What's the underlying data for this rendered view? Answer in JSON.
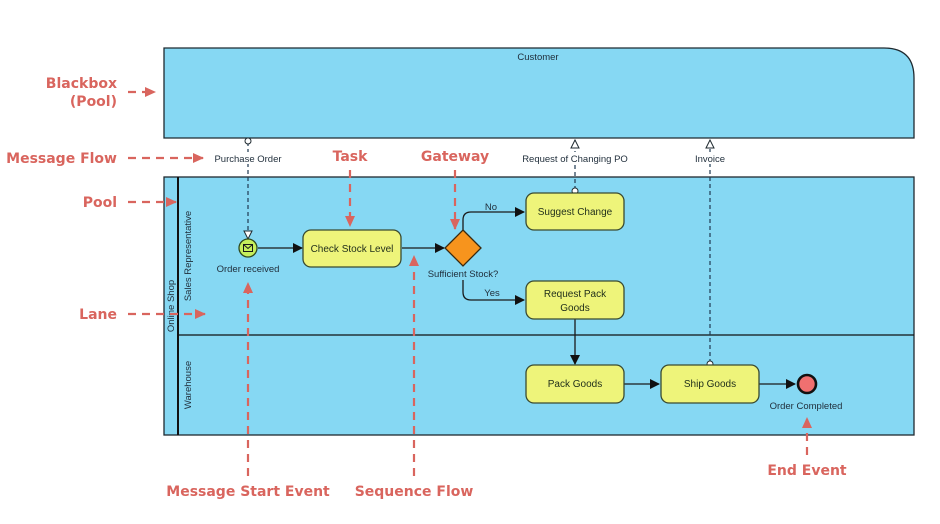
{
  "diagram": {
    "pools": {
      "customer": {
        "label": "Customer",
        "type": "blackbox"
      },
      "online_shop": {
        "label": "Online Shop",
        "lanes": [
          {
            "label": "Sales Representative"
          },
          {
            "label": "Warehouse"
          }
        ]
      }
    },
    "elements": {
      "start_event": {
        "label": "Order received",
        "type": "message-start-event",
        "icon": "envelope-icon"
      },
      "check_stock": {
        "label": "Check Stock Level",
        "type": "task"
      },
      "gateway": {
        "label": "Sufficient Stock?",
        "type": "exclusive-gateway"
      },
      "suggest_change": {
        "label": "Suggest Change",
        "type": "task"
      },
      "request_pack": {
        "label_line1": "Request Pack",
        "label_line2": "Goods",
        "type": "task"
      },
      "pack_goods": {
        "label": "Pack Goods",
        "type": "task"
      },
      "ship_goods": {
        "label": "Ship Goods",
        "type": "task"
      },
      "end_event": {
        "label": "Order Completed",
        "type": "end-event"
      }
    },
    "flows": {
      "no_label": "No",
      "yes_label": "Yes"
    },
    "messages": {
      "purchase_order": "Purchase Order",
      "request_change": "Request of Changing PO",
      "invoice": "Invoice"
    }
  },
  "annotations": {
    "blackbox_line1": "Blackbox",
    "blackbox_line2": "(Pool)",
    "message_flow": "Message Flow",
    "pool": "Pool",
    "lane": "Lane",
    "task": "Task",
    "gateway": "Gateway",
    "message_start_event": "Message Start Event",
    "sequence_flow": "Sequence Flow",
    "end_event": "End Event"
  },
  "colors": {
    "pool_fill": "#86d8f3",
    "task_fill": "#eef47a",
    "gateway_fill": "#f7941d",
    "start_event_fill": "#c6ef5c",
    "end_event_fill": "#f07070",
    "annotation": "#d9655e"
  }
}
